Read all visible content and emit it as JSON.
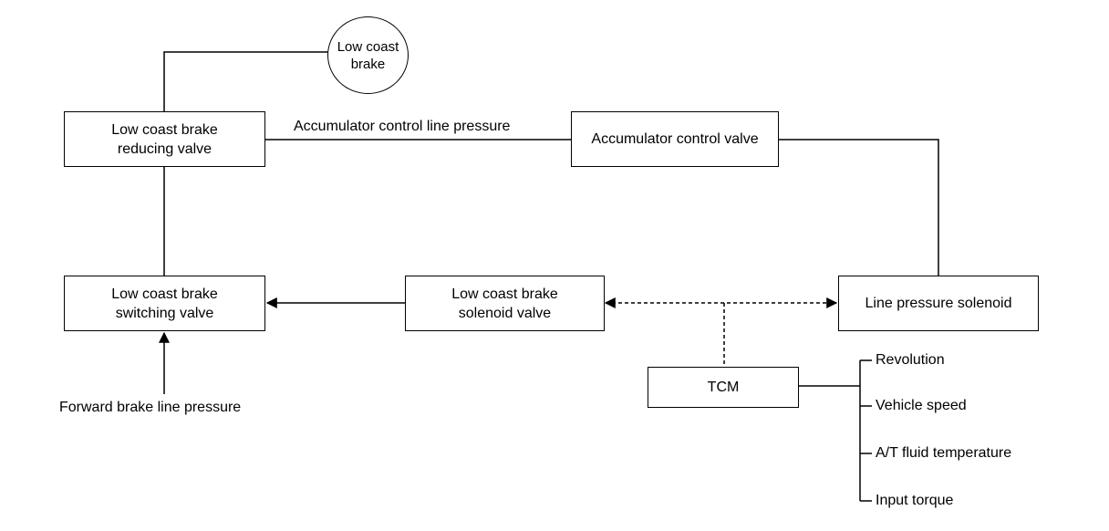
{
  "nodes": {
    "low_coast_brake": "Low coast\nbrake",
    "reducing_valve": "Low coast brake\nreducing valve",
    "accumulator_control_valve": "Accumulator control valve",
    "switching_valve": "Low coast brake\nswitching valve",
    "solenoid_valve": "Low coast brake\nsolenoid valve",
    "line_pressure_solenoid": "Line pressure solenoid",
    "tcm": "TCM"
  },
  "labels": {
    "accumulator_line": "Accumulator control line pressure",
    "forward_brake": "Forward brake line pressure"
  },
  "tcm_inputs": [
    "Revolution",
    "Vehicle speed",
    "A/T fluid temperature",
    "Input torque"
  ]
}
